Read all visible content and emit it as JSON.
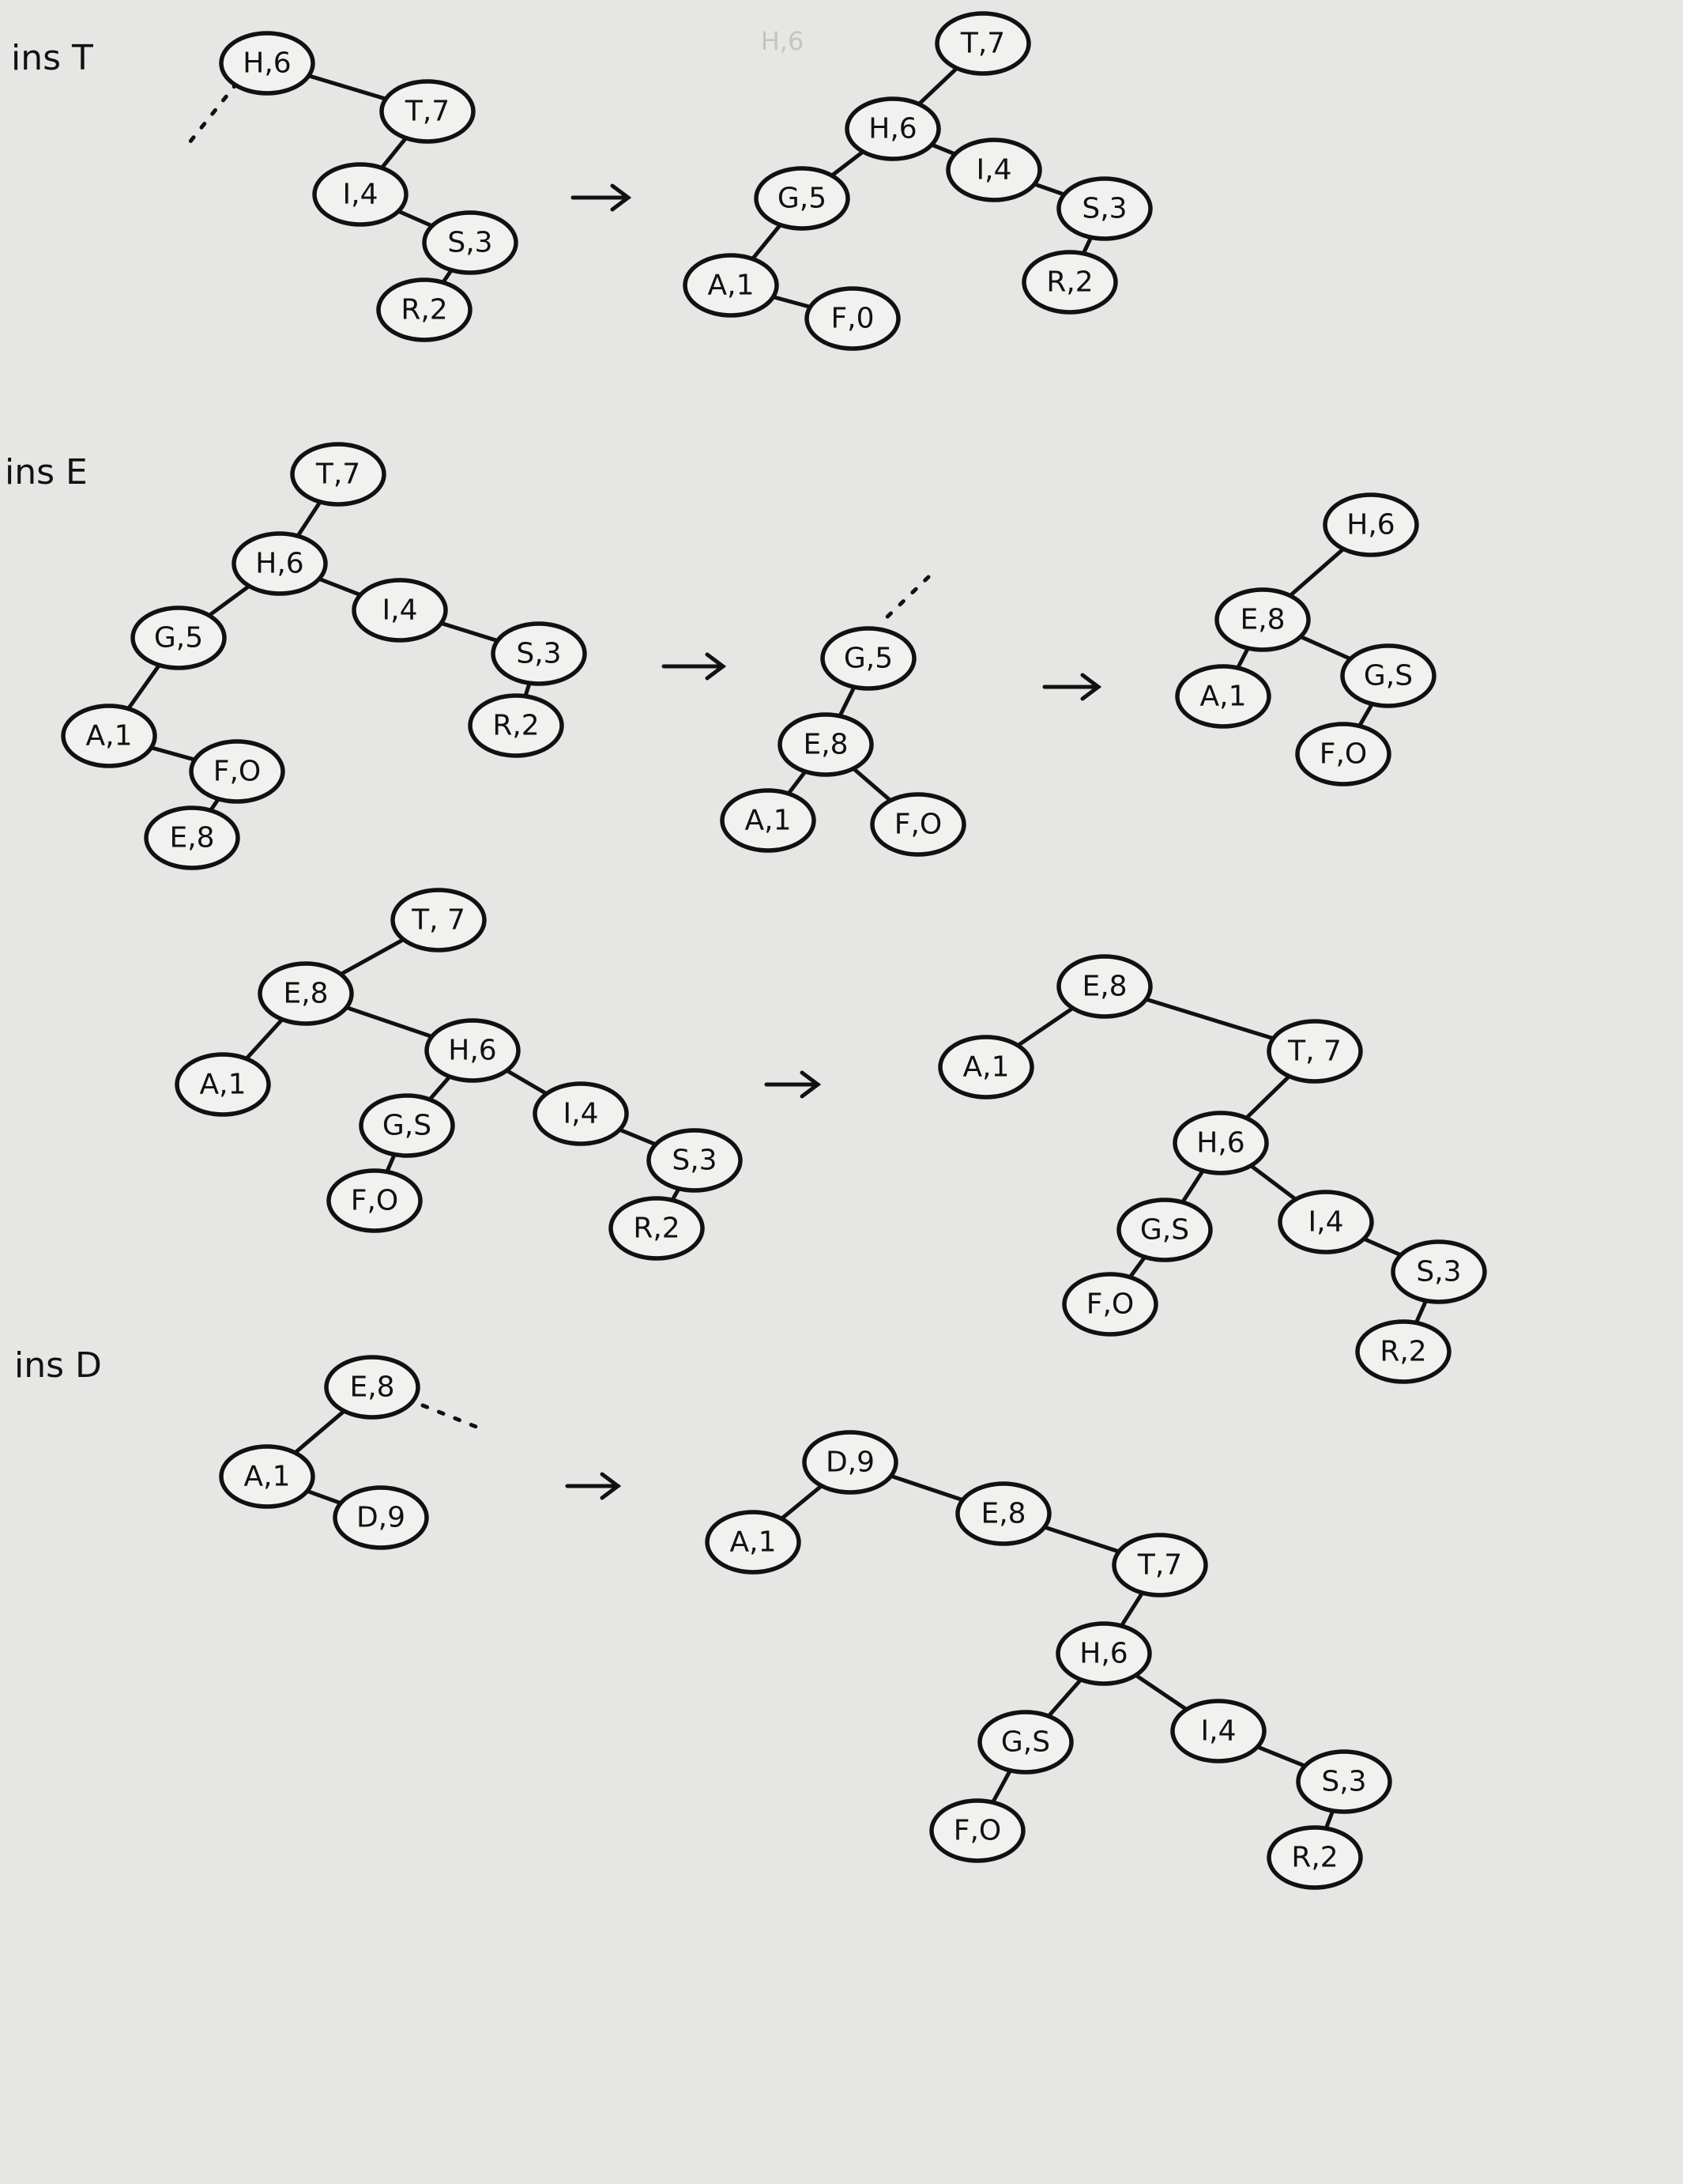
{
  "steps": [
    {
      "label": "ins T"
    },
    {
      "label": "ins E"
    },
    {
      "label": "ins D"
    }
  ],
  "faint_node": "H,6",
  "diagrams": [
    {
      "id": "insT-before",
      "nodes": [
        {
          "id": "H6",
          "label": "H,6"
        },
        {
          "id": "T7",
          "label": "T,7"
        },
        {
          "id": "I4",
          "label": "I,4"
        },
        {
          "id": "S3",
          "label": "S,3"
        },
        {
          "id": "R2",
          "label": "R,2"
        }
      ],
      "edges": [
        [
          "H6",
          "T7"
        ],
        [
          "T7",
          "I4"
        ],
        [
          "I4",
          "S3"
        ],
        [
          "S3",
          "R2"
        ]
      ]
    },
    {
      "id": "insT-after",
      "nodes": [
        {
          "id": "T7",
          "label": "T,7"
        },
        {
          "id": "H6",
          "label": "H,6"
        },
        {
          "id": "G5",
          "label": "G,5"
        },
        {
          "id": "I4",
          "label": "I,4"
        },
        {
          "id": "S3",
          "label": "S,3"
        },
        {
          "id": "R2",
          "label": "R,2"
        },
        {
          "id": "A1",
          "label": "A,1"
        },
        {
          "id": "F0",
          "label": "F,0"
        }
      ],
      "edges": [
        [
          "T7",
          "H6"
        ],
        [
          "H6",
          "G5"
        ],
        [
          "H6",
          "I4"
        ],
        [
          "I4",
          "S3"
        ],
        [
          "S3",
          "R2"
        ],
        [
          "G5",
          "A1"
        ],
        [
          "A1",
          "F0"
        ]
      ]
    },
    {
      "id": "insE-tree",
      "nodes": [
        {
          "id": "T7",
          "label": "T,7"
        },
        {
          "id": "H6",
          "label": "H,6"
        },
        {
          "id": "G5",
          "label": "G,5"
        },
        {
          "id": "I4",
          "label": "I,4"
        },
        {
          "id": "S3",
          "label": "S,3"
        },
        {
          "id": "R2",
          "label": "R,2"
        },
        {
          "id": "A1",
          "label": "A,1"
        },
        {
          "id": "F0",
          "label": "F,O"
        },
        {
          "id": "E8",
          "label": "E,8"
        }
      ],
      "edges": [
        [
          "T7",
          "H6"
        ],
        [
          "H6",
          "G5"
        ],
        [
          "H6",
          "I4"
        ],
        [
          "I4",
          "S3"
        ],
        [
          "S3",
          "R2"
        ],
        [
          "G5",
          "A1"
        ],
        [
          "A1",
          "F0"
        ],
        [
          "F0",
          "E8"
        ]
      ]
    },
    {
      "id": "insE-rot1",
      "nodes": [
        {
          "id": "G5",
          "label": "G,5"
        },
        {
          "id": "E8",
          "label": "E,8"
        },
        {
          "id": "A1",
          "label": "A,1"
        },
        {
          "id": "F0",
          "label": "F,O"
        }
      ],
      "edges": [
        [
          "G5",
          "E8"
        ],
        [
          "E8",
          "A1"
        ],
        [
          "E8",
          "F0"
        ]
      ]
    },
    {
      "id": "insE-rot2",
      "nodes": [
        {
          "id": "H6",
          "label": "H,6"
        },
        {
          "id": "E8",
          "label": "E,8"
        },
        {
          "id": "A1",
          "label": "A,1"
        },
        {
          "id": "G5",
          "label": "G,S"
        },
        {
          "id": "F0",
          "label": "F,O"
        }
      ],
      "edges": [
        [
          "H6",
          "E8"
        ],
        [
          "E8",
          "A1"
        ],
        [
          "E8",
          "G5"
        ],
        [
          "G5",
          "F0"
        ]
      ]
    },
    {
      "id": "insE-rot3",
      "nodes": [
        {
          "id": "T7",
          "label": "T, 7"
        },
        {
          "id": "E8",
          "label": "E,8"
        },
        {
          "id": "A1",
          "label": "A,1"
        },
        {
          "id": "H6",
          "label": "H,6"
        },
        {
          "id": "G5",
          "label": "G,S"
        },
        {
          "id": "I4",
          "label": "I,4"
        },
        {
          "id": "F0",
          "label": "F,O"
        },
        {
          "id": "S3",
          "label": "S,3"
        },
        {
          "id": "R2",
          "label": "R,2"
        }
      ],
      "edges": [
        [
          "T7",
          "E8"
        ],
        [
          "E8",
          "A1"
        ],
        [
          "E8",
          "H6"
        ],
        [
          "H6",
          "G5"
        ],
        [
          "H6",
          "I4"
        ],
        [
          "G5",
          "F0"
        ],
        [
          "I4",
          "S3"
        ],
        [
          "S3",
          "R2"
        ]
      ]
    },
    {
      "id": "insE-final",
      "nodes": [
        {
          "id": "E8",
          "label": "E,8"
        },
        {
          "id": "A1",
          "label": "A,1"
        },
        {
          "id": "T7",
          "label": "T, 7"
        },
        {
          "id": "H6",
          "label": "H,6"
        },
        {
          "id": "G5",
          "label": "G,S"
        },
        {
          "id": "I4",
          "label": "I,4"
        },
        {
          "id": "F0",
          "label": "F,O"
        },
        {
          "id": "S3",
          "label": "S,3"
        },
        {
          "id": "R2",
          "label": "R,2"
        }
      ],
      "edges": [
        [
          "E8",
          "A1"
        ],
        [
          "E8",
          "T7"
        ],
        [
          "T7",
          "H6"
        ],
        [
          "H6",
          "G5"
        ],
        [
          "H6",
          "I4"
        ],
        [
          "G5",
          "F0"
        ],
        [
          "I4",
          "S3"
        ],
        [
          "S3",
          "R2"
        ]
      ]
    },
    {
      "id": "insD-before",
      "nodes": [
        {
          "id": "E8",
          "label": "E,8"
        },
        {
          "id": "A1",
          "label": "A,1"
        },
        {
          "id": "D9",
          "label": "D,9"
        }
      ],
      "edges": [
        [
          "E8",
          "A1"
        ],
        [
          "A1",
          "D9"
        ]
      ]
    },
    {
      "id": "insD-after",
      "nodes": [
        {
          "id": "D9",
          "label": "D,9"
        },
        {
          "id": "A1",
          "label": "A,1"
        },
        {
          "id": "E8",
          "label": "E,8"
        },
        {
          "id": "T7",
          "label": "T,7"
        },
        {
          "id": "H6",
          "label": "H,6"
        },
        {
          "id": "G5",
          "label": "G,S"
        },
        {
          "id": "I4",
          "label": "I,4"
        },
        {
          "id": "F0",
          "label": "F,O"
        },
        {
          "id": "S3",
          "label": "S,3"
        },
        {
          "id": "R2",
          "label": "R,2"
        }
      ],
      "edges": [
        [
          "D9",
          "A1"
        ],
        [
          "D9",
          "E8"
        ],
        [
          "E8",
          "T7"
        ],
        [
          "T7",
          "H6"
        ],
        [
          "H6",
          "G5"
        ],
        [
          "H6",
          "I4"
        ],
        [
          "G5",
          "F0"
        ],
        [
          "I4",
          "S3"
        ],
        [
          "S3",
          "R2"
        ]
      ]
    }
  ]
}
